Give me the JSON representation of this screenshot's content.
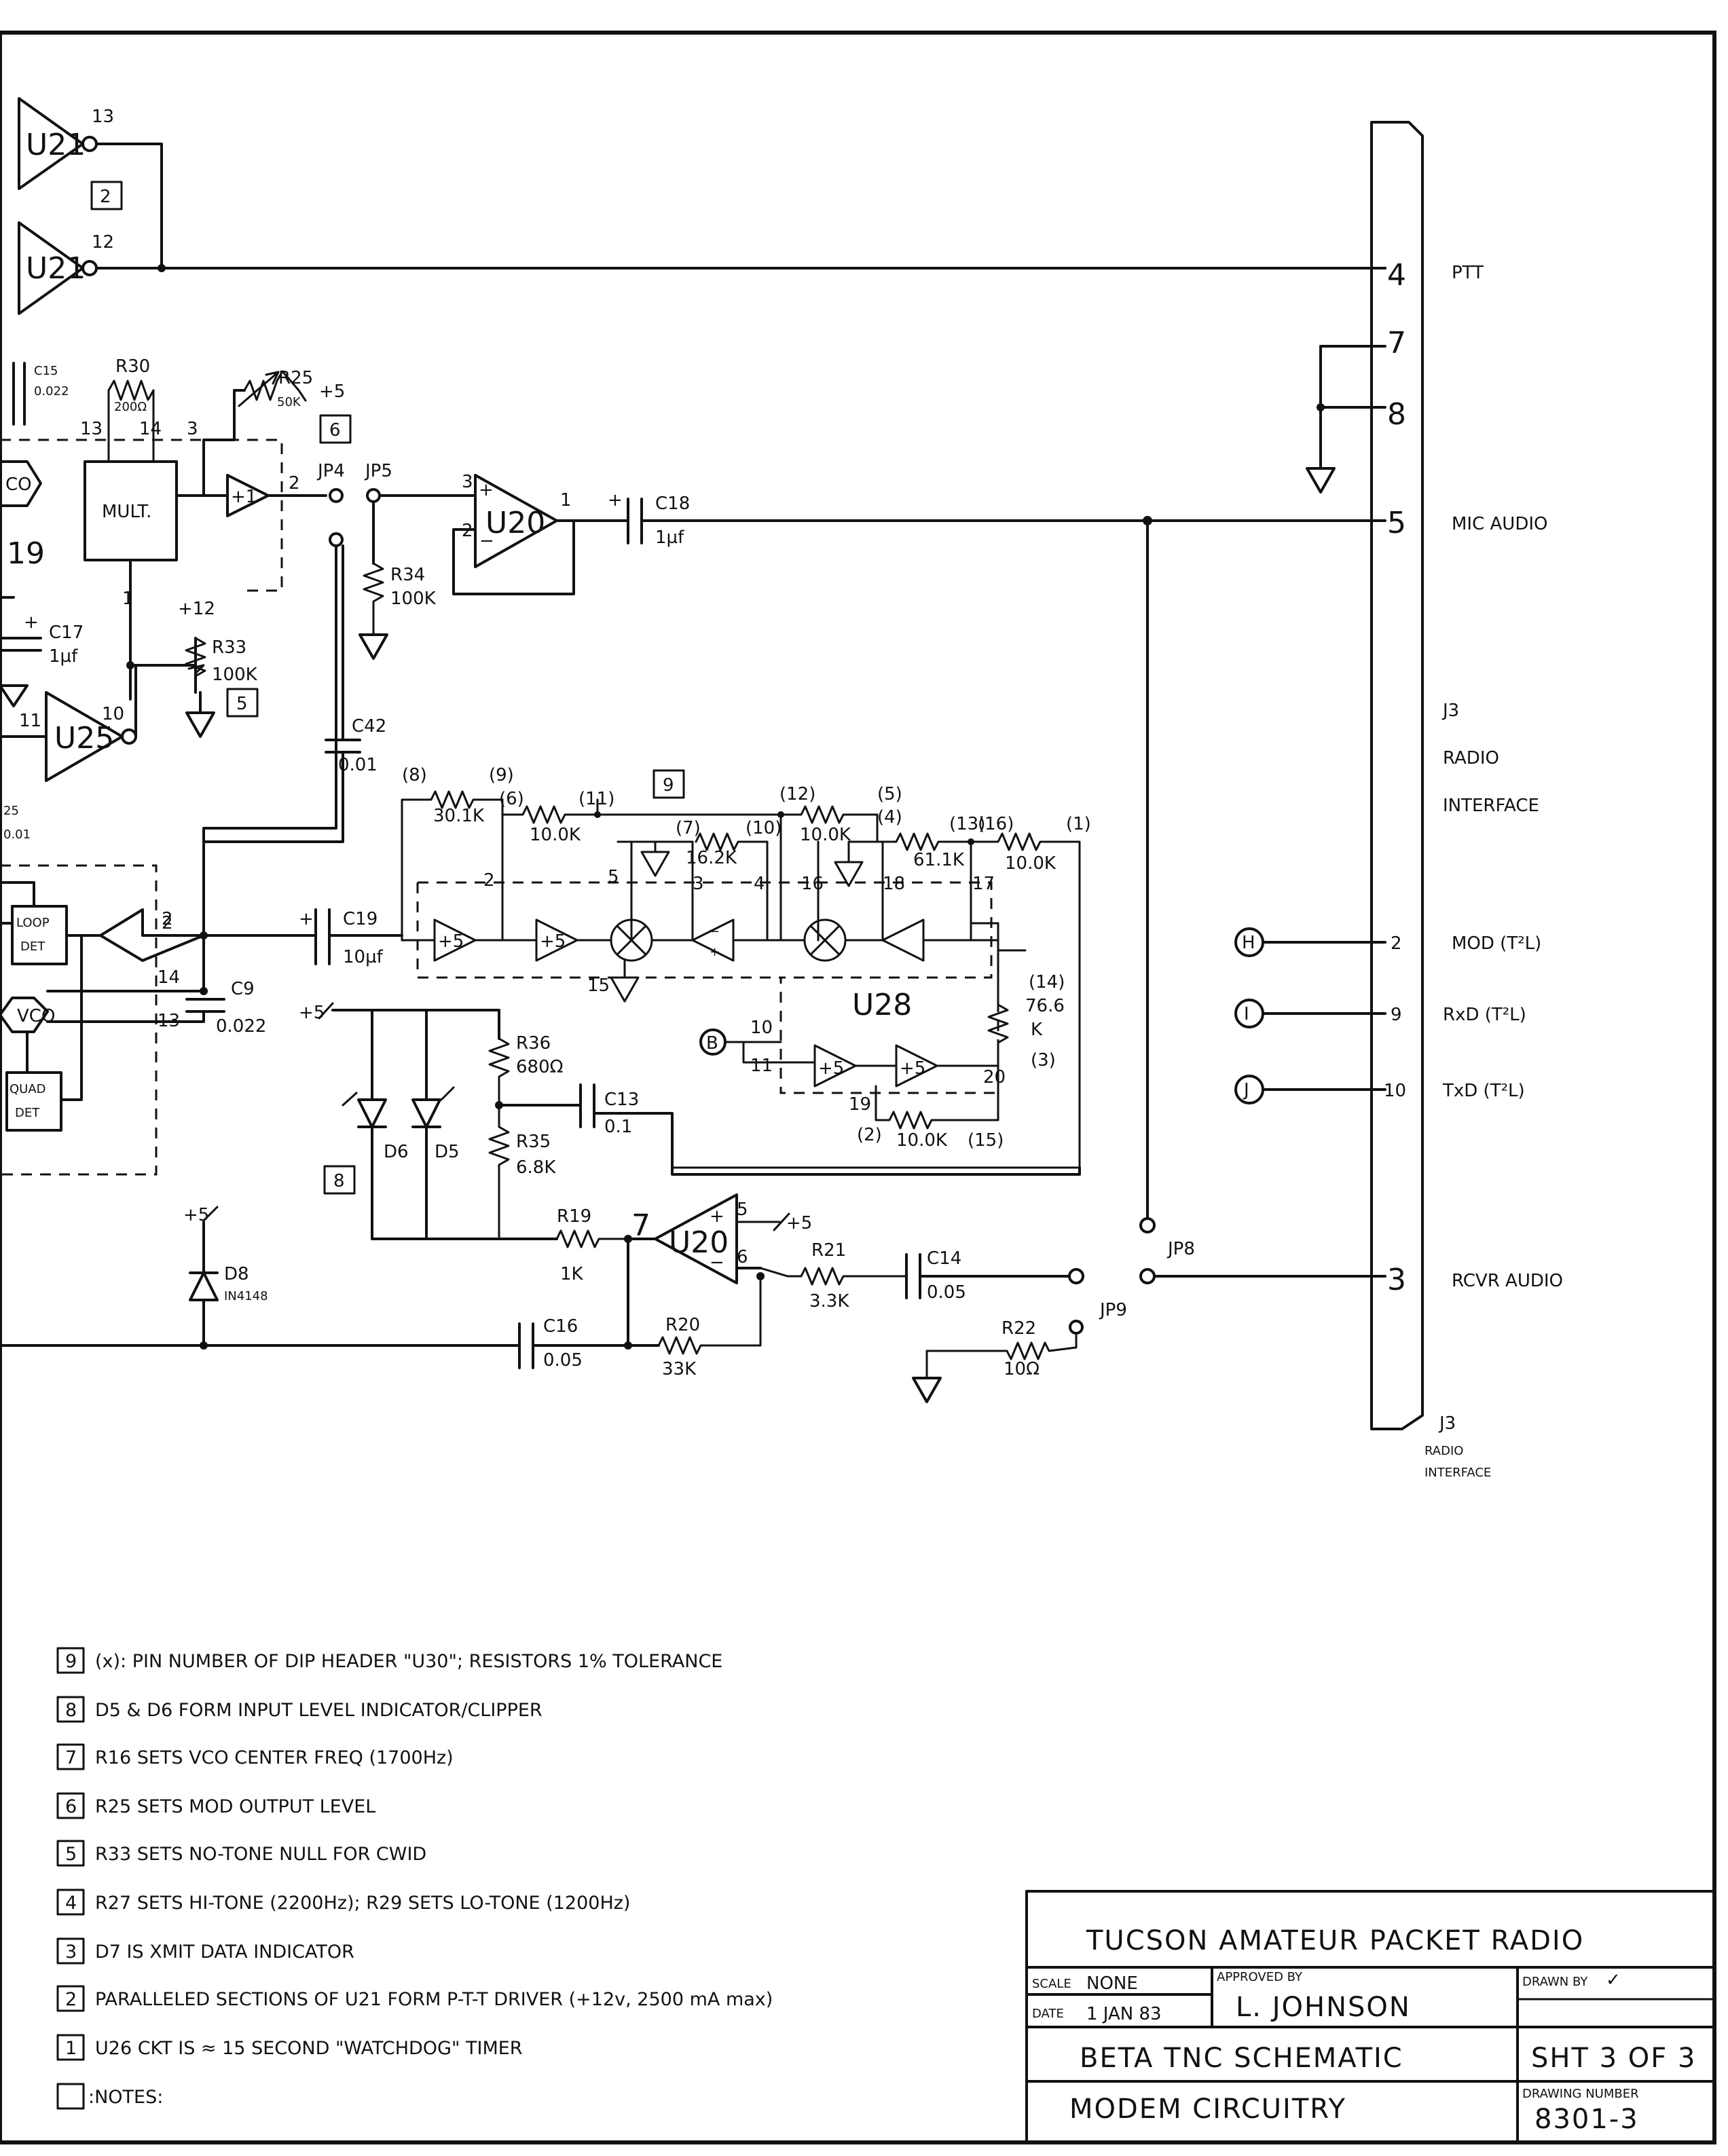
{
  "gates": {
    "u21_top": "U21",
    "u21_top_pin": "13",
    "u21_bot": "U21",
    "u21_bot_pin": "12",
    "u25": "U25",
    "u25_pin_in": "11",
    "u25_pin_out": "10",
    "box2": "2"
  },
  "mult_section": {
    "c15": "C15",
    "c15_val": "0.022",
    "r30": "R30",
    "r30_val": "200Ω",
    "pin13": "13",
    "pin14": "14",
    "pin3": "3",
    "pin2": "2",
    "pin1": "1",
    "vco_frag": "CO",
    "u19_frag": "19",
    "mult": "MULT.",
    "buf": "+1",
    "r25": "R25",
    "r25_val": "50K",
    "r25_supply": "+5",
    "box6": "6",
    "c17": "C17",
    "c17_val": "1µf",
    "c17_plus": "+",
    "r33": "R33",
    "r33_val": "100K",
    "r33_supply": "+12",
    "box5": "5"
  },
  "mic_path": {
    "jp4": "JP4",
    "jp5": "JP5",
    "r34": "R34",
    "r34_val": "100K",
    "u20": "U20",
    "u20_in_plus": "3",
    "u20_in_minus": "2",
    "u20_out": "1",
    "c18": "C18",
    "c18_val": "1µf",
    "c18_plus": "+"
  },
  "filter": {
    "c42": "C42",
    "c42_val": "0.01",
    "r_301": "30.1K",
    "r_301_p1": "(8)",
    "r_301_p2": "(9)",
    "r_100a": "10.0K",
    "r_100a_p1": "(6)",
    "r_100a_p2": "(11)",
    "box9": "9",
    "r_162": "16.2K",
    "r_162_p1": "(7)",
    "r_162_p2": "(10)",
    "r_100b": "10.0K",
    "r_100b_p1": "(12)",
    "r_100b_p2": "(5)",
    "r_100b_p3": "(4)",
    "r_611": "61.1K",
    "r_611_p1": "(13)",
    "r_611_p2": "(16)",
    "r_100c": "10.0K",
    "r_100c_p2": "(1)",
    "u28": "U28",
    "pin2": "2",
    "pin5": "5",
    "pin3": "3",
    "pin4": "4",
    "pin16": "16",
    "pin18": "18",
    "pin17": "17",
    "pin15": "15",
    "pin10": "10",
    "pin11": "11",
    "pin19": "19",
    "pin20": "20",
    "r_766": "76.6",
    "r_766_k": "K",
    "r_766_p1": "(14)",
    "r_766_p2": "(3)",
    "r_100d": "10.0K",
    "r_100d_p1": "(2)",
    "r_100d_p2": "(15)",
    "conn_b": "B",
    "c19": "C19",
    "c19_val": "10µf",
    "c19_plus": "+",
    "c19_pin": "2",
    "loop_det": "LOOP DET",
    "vco": "VCO",
    "quad_det": "QUAD DET",
    "pin14": "14",
    "pin13": "13",
    "c9": "C9",
    "c9_val": "0.022",
    "frag25": "25",
    "frag01": "0.01"
  },
  "receive": {
    "supply": "+5",
    "d6": "D6",
    "d5": "D5",
    "r36": "R36",
    "r36_val": "680Ω",
    "r35": "R35",
    "r35_val": "6.8K",
    "c13": "C13",
    "c13_val": "0.1",
    "box8": "8",
    "d8_supply": "+5",
    "d8": "D8",
    "d8_part": "IN4148",
    "r19": "R19",
    "r19_val": "1K",
    "u20": "U20",
    "u20_pin7": "7",
    "u20_pin5": "5",
    "u20_supply": "+5",
    "u20_pin6": "6",
    "r21": "R21",
    "r21_val": "3.3K",
    "c14": "C14",
    "c14_val": "0.05",
    "jp8": "JP8",
    "jp9": "JP9",
    "r22": "R22",
    "r22_val": "10Ω",
    "c16": "C16",
    "c16_val": "0.05",
    "r20": "R20",
    "r20_val": "33K"
  },
  "connector": {
    "pins": [
      {
        "num": "4",
        "label": "PTT"
      },
      {
        "num": "7",
        "label": ""
      },
      {
        "num": "8",
        "label": ""
      },
      {
        "num": "5",
        "label": "MIC AUDIO"
      },
      {
        "num": "2",
        "label": "MOD (T²L)",
        "tag": "H"
      },
      {
        "num": "9",
        "label": "RxD (T²L)",
        "tag": "I"
      },
      {
        "num": "10",
        "label": "TxD (T²L)",
        "tag": "J"
      },
      {
        "num": "3",
        "label": "RCVR AUDIO"
      }
    ],
    "title1": "J3",
    "title2": "RADIO",
    "title3": "INTERFACE",
    "foot1": "J3",
    "foot2": "RADIO",
    "foot3": "INTERFACE"
  },
  "notes": [
    {
      "num": "9",
      "text": "(x): PIN NUMBER OF DIP HEADER \"U30\"; RESISTORS 1% TOLERANCE"
    },
    {
      "num": "8",
      "text": "D5 & D6 FORM INPUT LEVEL INDICATOR/CLIPPER"
    },
    {
      "num": "7",
      "text": "R16 SETS VCO CENTER FREQ (1700Hz)"
    },
    {
      "num": "6",
      "text": "R25 SETS MOD OUTPUT LEVEL"
    },
    {
      "num": "5",
      "text": "R33 SETS NO-TONE NULL FOR CWID"
    },
    {
      "num": "4",
      "text": "R27 SETS HI-TONE (2200Hz); R29 SETS LO-TONE (1200Hz)"
    },
    {
      "num": "3",
      "text": "D7 IS XMIT DATA INDICATOR"
    },
    {
      "num": "2",
      "text": "PARALLELED SECTIONS OF U21 FORM P-T-T DRIVER (+12v, 2500 mA max)"
    },
    {
      "num": "1",
      "text": "U26 CKT IS ≈ 15 SECOND \"WATCHDOG\" TIMER"
    },
    {
      "num": "",
      "text": ":NOTES:"
    }
  ],
  "title_block": {
    "org": "TUCSON AMATEUR PACKET RADIO",
    "scale_label": "SCALE",
    "scale": "NONE",
    "approved_label": "APPROVED BY",
    "approved": "L. JOHNSON",
    "drawn_label": "DRAWN BY",
    "drawn": "✓",
    "date_label": "DATE",
    "date": "1 JAN 83",
    "title": "BETA TNC SCHEMATIC",
    "sheet": "SHT 3 OF 3",
    "subtitle": "MODEM CIRCUITRY",
    "drawing_label": "DRAWING NUMBER",
    "drawing": "8301-3"
  }
}
